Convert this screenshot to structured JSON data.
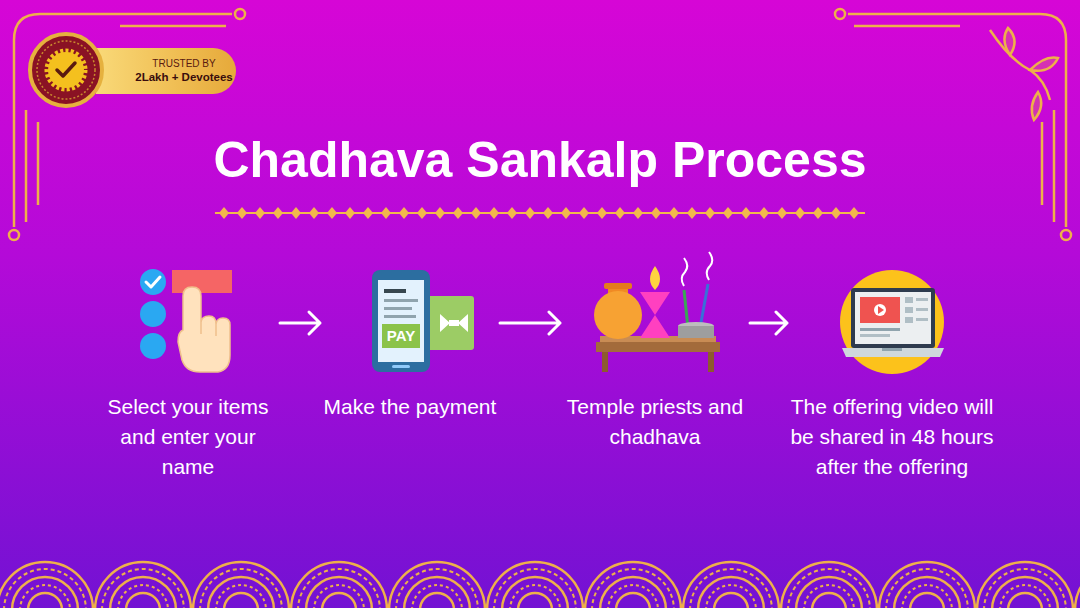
{
  "diagram": {
    "title": "Chadhava Sankalp Process",
    "nodes": [
      {
        "text": [
          "TRUSTED BY",
          "2Lakh + Devotees"
        ]
      },
      {
        "text": [
          "Select your items and enter your name"
        ]
      },
      {
        "text": [
          "Make the payment"
        ]
      },
      {
        "text": [
          "Temple priests and chadhava"
        ]
      },
      {
        "text": [
          "The offering video will be shared in 48 hours after the offering"
        ]
      }
    ],
    "edges": [
      {
        "from": 1,
        "to": 2,
        "arrow": "to"
      },
      {
        "from": 2,
        "to": 3,
        "arrow": "to"
      },
      {
        "from": 3,
        "to": 4,
        "arrow": "to"
      }
    ],
    "labels": [
      "PAY"
    ]
  }
}
